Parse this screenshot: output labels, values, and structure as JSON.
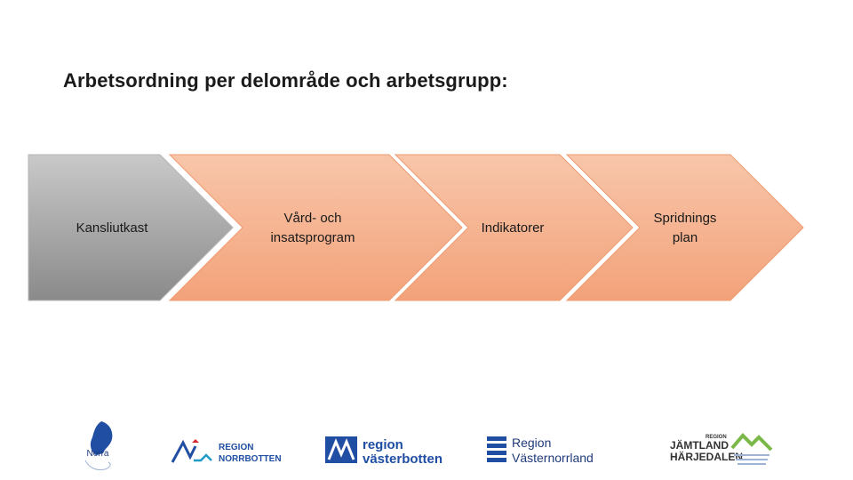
{
  "title": "Arbetsordning per delområde och arbetsgrupp:",
  "steps": [
    {
      "label": "Kansliutkast",
      "style": "gray"
    },
    {
      "label": "Vård- och\ninsatsprogram",
      "style": "orange"
    },
    {
      "label": "Indikatorer",
      "style": "orange"
    },
    {
      "label": "Spridnings\nplan",
      "style": "orange"
    }
  ],
  "colors": {
    "gray_top": "#c9c9c9",
    "gray_bottom": "#8a8a8a",
    "orange_top": "#f8c6aa",
    "orange_bottom": "#f3a27a",
    "orange_border": "#ef9a6e",
    "region_blue": "#1f4ea3",
    "region_green": "#7ab848",
    "region_red": "#d9272e"
  },
  "logos": {
    "norra": {
      "text": "Norra"
    },
    "norrbotten": {
      "line1": "REGION",
      "line2": "NORRBOTTEN"
    },
    "vasterbotten": {
      "line1": "region",
      "line2": "västerbotten"
    },
    "vasternorrland": {
      "line1": "Region",
      "line2": "Västernorrland"
    },
    "jamtland": {
      "line0": "REGION",
      "line1": "JÄMTLAND",
      "line2": "HÄRJEDALEN"
    }
  }
}
